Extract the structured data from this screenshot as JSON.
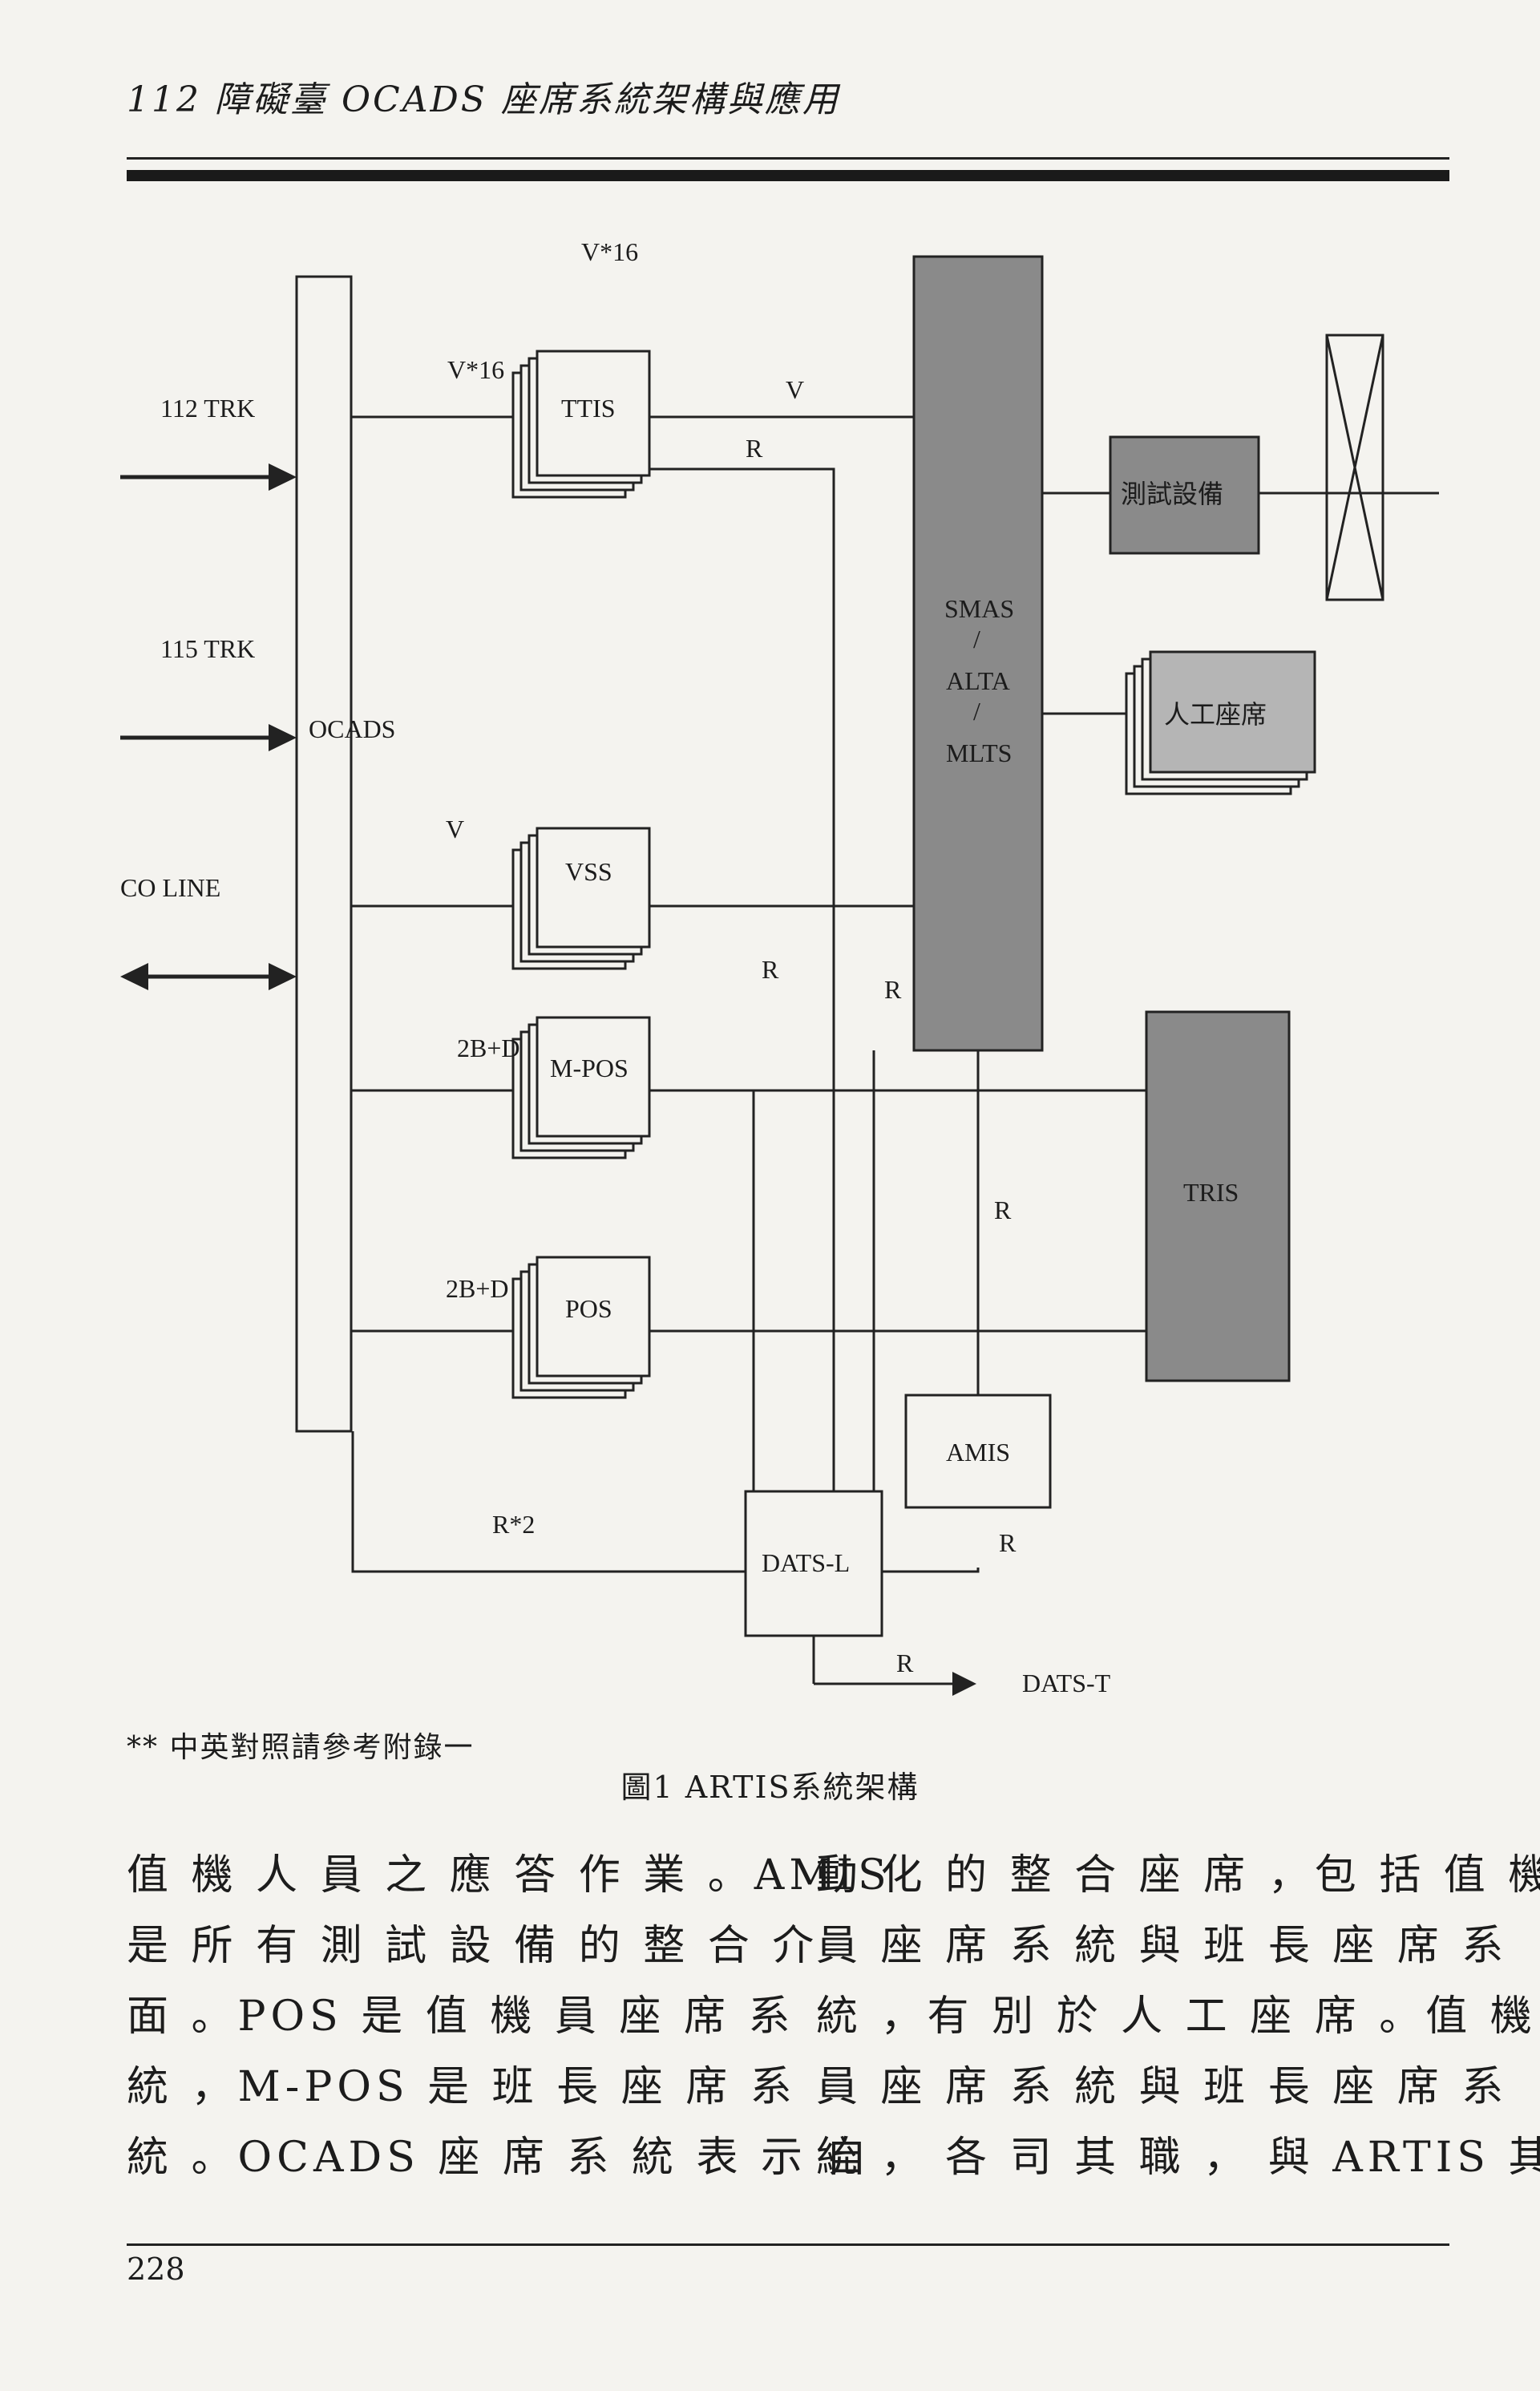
{
  "header": {
    "title": "112 障礙臺 OCADS 座席系統架構與應用"
  },
  "diagram": {
    "labels": {
      "v16_top": "V*16",
      "v16_mid": "V*16",
      "trk112": "112 TRK",
      "trk115": "115 TRK",
      "ocads": "OCADS",
      "v_left": "V",
      "co_line": "CO LINE",
      "tdb1": "2B+D",
      "tdb2": "2B+D",
      "r2": "R*2",
      "ttis": "TTIS",
      "vss": "VSS",
      "mpos": "M-POS",
      "pos": "POS",
      "v_ttis": "V",
      "r_ttis": "R",
      "r_vss": "R",
      "r_center": "R",
      "smas": "SMAS",
      "slash1": "/",
      "alta": "ALTA",
      "slash2": "/",
      "mlts": "MLTS",
      "test_eq": "測試設備",
      "manual_seat": "人工座席",
      "tris": "TRIS",
      "r_tris": "R",
      "amis": "AMIS",
      "r_amis": "R",
      "dats_l": "DATS-L",
      "r_bottom": "R",
      "dats_t": "DATS-T"
    }
  },
  "footnote": "** 中英對照請參考附錄一",
  "caption": "圖1 ARTIS系統架構",
  "body": {
    "left_lines": [
      "值 機 人 員 之 應 答 作 業 。AMIS",
      "是 所 有 測 試 設 備 的 整 合 介",
      "面 。POS 是 值 機 員 座 席 系",
      "統 ，M-POS 是 班 長 座 席 系",
      "統 。OCADS 座 席 系 統 表 示 自"
    ],
    "right_lines": [
      "動 化 的 整 合 座 席 ，包 括 值 機",
      "員 座 席 系 統 與 班 長 座 席 系",
      "統 ，有 別 於 人 工 座 席 。值 機",
      "員 座 席 系 統 與 班 長 座 席 系",
      "統 ， 各 司 其 職 ， 與 ARTIS 其"
    ]
  },
  "page_number": "228"
}
